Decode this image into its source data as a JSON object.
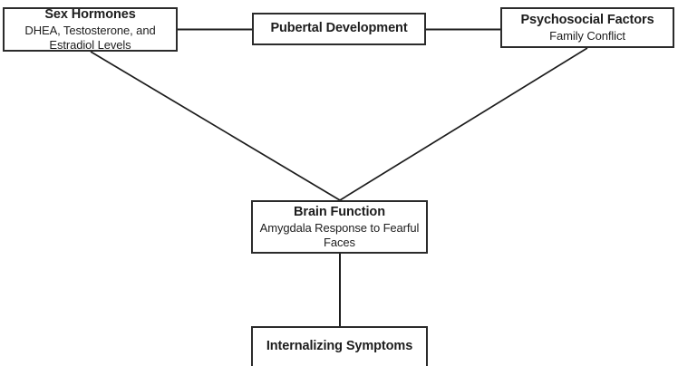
{
  "diagram": {
    "type": "conceptual-path-model",
    "background_color": "#ffffff",
    "box_border_color": "#2b2b2b",
    "edge_color": "#1d1d1d",
    "nodes": [
      {
        "id": "sex-hormones",
        "title": "Sex Hormones",
        "subtitle": "DHEA, Testosterone, and Estradiol Levels"
      },
      {
        "id": "pubertal-development",
        "title": "Pubertal Development",
        "subtitle": ""
      },
      {
        "id": "psychosocial-factors",
        "title": "Psychosocial Factors",
        "subtitle": "Family Conflict"
      },
      {
        "id": "brain-function",
        "title": "Brain Function",
        "subtitle": "Amygdala Response to Fearful Faces"
      },
      {
        "id": "internalizing-symptoms",
        "title": "Internalizing Symptoms",
        "subtitle": ""
      }
    ],
    "edges": [
      {
        "id": "sex-hormones-to-pubertal",
        "from": "sex-hormones",
        "to": "pubertal-development",
        "style": "straight-horizontal"
      },
      {
        "id": "pubertal-to-psychosocial",
        "from": "pubertal-development",
        "to": "psychosocial-factors",
        "style": "straight-horizontal"
      },
      {
        "id": "sex-hormones-to-brain-function",
        "from": "sex-hormones",
        "to": "brain-function",
        "style": "diagonal"
      },
      {
        "id": "psychosocial-to-brain-function",
        "from": "psychosocial-factors",
        "to": "brain-function",
        "style": "diagonal"
      },
      {
        "id": "brain-function-to-internalizing",
        "from": "brain-function",
        "to": "internalizing-symptoms",
        "style": "straight-vertical"
      }
    ]
  }
}
